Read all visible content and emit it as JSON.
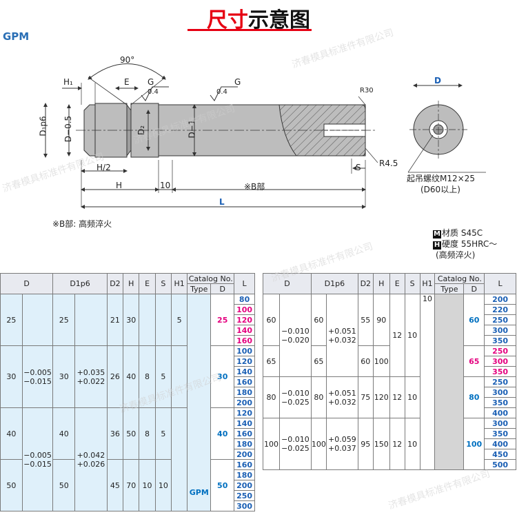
{
  "title": {
    "red": "尺寸",
    "black": "示意图"
  },
  "product_code": "GPM",
  "drawing": {
    "angle": "90°",
    "h1": "H₁",
    "e": "E",
    "g1": "G",
    "g2": "G",
    "rough1": "0.4",
    "rough2": "0.4",
    "r30": "R30",
    "d_top": "D",
    "d1p6": "D₁p6",
    "d05": "D−0.5",
    "d2": "D₂",
    "d1": "D−1",
    "h_half": "H/2",
    "s": "S",
    "r45": "R4.5",
    "h": "H",
    "ten": "10",
    "b_part": "※B部",
    "l": "L",
    "thread_line1": "起吊螺纹M12×25",
    "thread_line2": "(D60以上)",
    "note": "※B部: 高频淬火"
  },
  "material": {
    "m_badge": "M",
    "m_label": "材质",
    "m_value": "S45C",
    "h_badge": "H",
    "h_label": "硬度",
    "h_value": "55HRC～",
    "h_note": "(高频淬火)"
  },
  "table_headers": {
    "d": "D",
    "d1p6": "D1p6",
    "d2": "D2",
    "h": "H",
    "e": "E",
    "s": "S",
    "h1": "H1",
    "catalog": "Catalog No.",
    "type": "Type",
    "cat_d": "D",
    "l": "L"
  },
  "left_table": {
    "type_label": "GPM",
    "tol_a_1": "−0.005",
    "tol_a_2": "−0.015",
    "tol_b_1": "+0.035",
    "tol_b_2": "+0.022",
    "tol_c_1": "−0.005",
    "tol_c_2": "−0.015",
    "tol_d_1": "+0.042",
    "tol_d_2": "+0.026",
    "h1_val": "5",
    "rows": [
      {
        "d": "25",
        "d1": "25",
        "d2": "21",
        "h": "30",
        "e": "",
        "s": "",
        "cat": "25",
        "L": [
          "80",
          "100",
          "120",
          "140",
          "160"
        ]
      },
      {
        "d": "30",
        "d1": "30",
        "d2": "26",
        "h": "40",
        "e": "8",
        "s": "5",
        "cat": "30",
        "L": [
          "100",
          "120",
          "140",
          "160",
          "180",
          "200"
        ]
      },
      {
        "d": "40",
        "d1": "40",
        "d2": "36",
        "h": "50",
        "e": "8",
        "s": "5",
        "cat": "40",
        "L": [
          "120",
          "140",
          "160",
          "180",
          "200"
        ]
      },
      {
        "d": "50",
        "d1": "50",
        "d2": "45",
        "h": "70",
        "e": "10",
        "s": "10",
        "cat": "50",
        "L": [
          "160",
          "180",
          "200",
          "250",
          "300"
        ]
      }
    ]
  },
  "right_table": {
    "h1_val": "10",
    "rows": [
      {
        "d": "60",
        "t1": "−0.010",
        "t2": "−0.020",
        "d1": "60",
        "p1": "+0.051",
        "p2": "+0.032",
        "d2": "55",
        "h": "90",
        "e": "12",
        "s": "10",
        "cat": "60",
        "L": [
          "200",
          "220",
          "250",
          "300",
          "350"
        ]
      },
      {
        "d": "65",
        "d1": "65",
        "d2": "60",
        "h": "100",
        "cat": "65",
        "L": [
          "250",
          "300",
          "350"
        ]
      },
      {
        "d": "80",
        "t1": "−0.010",
        "t2": "−0.025",
        "d1": "80",
        "p1": "+0.051",
        "p2": "+0.032",
        "d2": "75",
        "h": "120",
        "e": "12",
        "s": "10",
        "cat": "80",
        "L": [
          "250",
          "300",
          "350",
          "400"
        ]
      },
      {
        "d": "100",
        "t1": "−0.010",
        "t2": "−0.025",
        "d1": "100",
        "p1": "+0.059",
        "p2": "+0.037",
        "d2": "95",
        "h": "150",
        "e": "12",
        "s": "10",
        "cat": "100",
        "L": [
          "300",
          "350",
          "400",
          "450",
          "500"
        ]
      }
    ]
  },
  "watermark": "济春模具标准件有限公司"
}
